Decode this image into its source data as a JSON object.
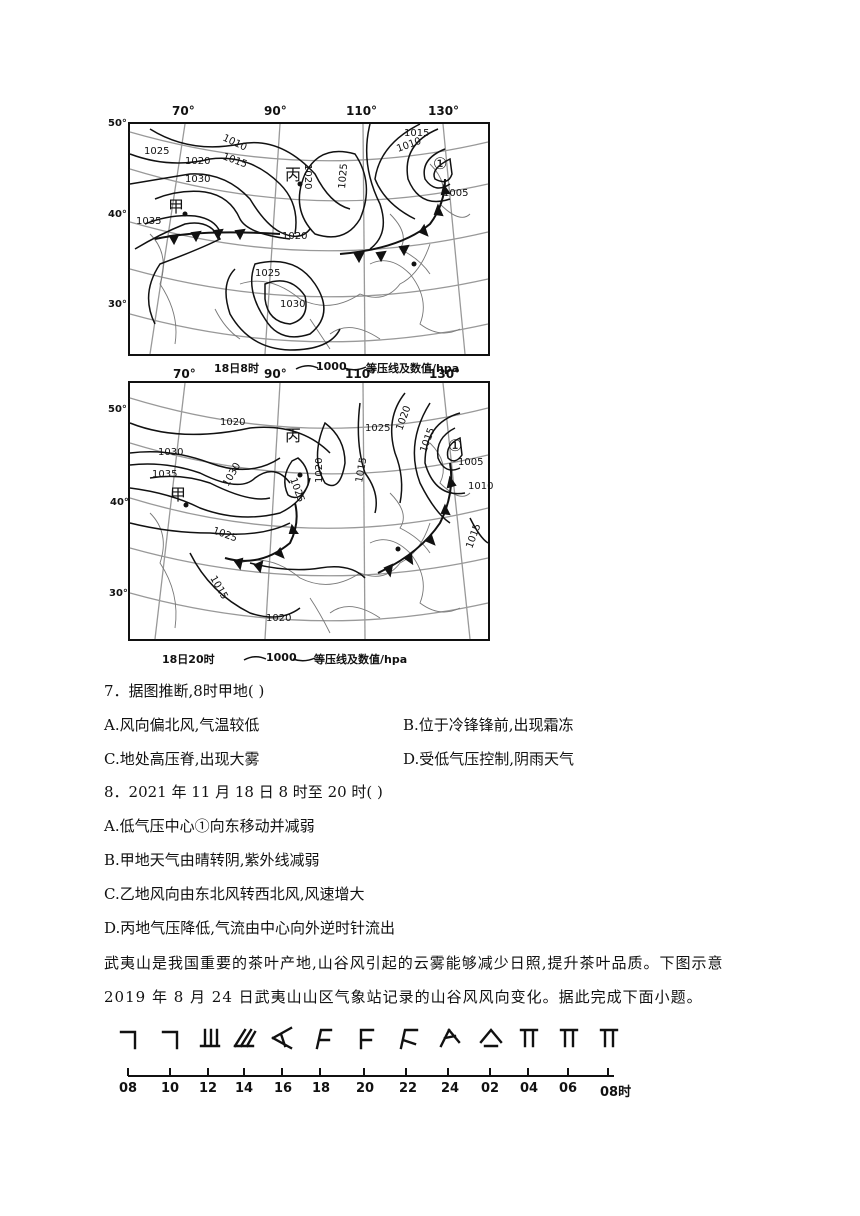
{
  "map1": {
    "longitudes": [
      "70°",
      "90°",
      "110°",
      "130°"
    ],
    "latitudes": [
      "50°",
      "40°",
      "30°"
    ],
    "caption_time": "18日8时",
    "legend_value": "1000",
    "legend_text": "等压线及数值/hpa",
    "labels": {
      "jia": "甲",
      "bing": "丙",
      "center": "①"
    },
    "isobars": [
      "1010",
      "1025",
      "1020",
      "1015",
      "1030",
      "1035",
      "1020",
      "1025",
      "1030",
      "1020",
      "1025",
      "1015",
      "1010",
      "1005"
    ]
  },
  "map2": {
    "longitudes": [
      "70°",
      "90°",
      "110°",
      "130°"
    ],
    "latitudes": [
      "50°",
      "40°",
      "30°"
    ],
    "caption_time": "18日20时",
    "legend_value": "1000",
    "legend_text": "等压线及数值/hpa",
    "labels": {
      "jia": "甲",
      "bing": "丙",
      "center": "①"
    },
    "isobars": [
      "1020",
      "1030",
      "1035",
      "1030",
      "1025",
      "1020",
      "1025",
      "1015",
      "1020",
      "1025",
      "1015",
      "1005",
      "1010",
      "1015",
      "1015",
      "1020"
    ]
  },
  "q7": {
    "stem": "7．据图推断,8时甲地(    )",
    "a": "A.风向偏北风,气温较低",
    "b": "B.位于冷锋锋前,出现霜冻",
    "c": "C.地处高压脊,出现大雾",
    "d": "D.受低气压控制,阴雨天气"
  },
  "q8": {
    "stem": "8．2021 年 11 月 18 日 8 时至 20 时(    )",
    "a": "A.低气压中心①向东移动并减弱",
    "b": "B.甲地天气由晴转阴,紫外线减弱",
    "c": "C.乙地风向由东北风转西北风,风速增大",
    "d": "D.丙地气压降低,气流由中心向外逆时针流出"
  },
  "passage": "武夷山是我国重要的茶叶产地,山谷风引起的云雾能够减少日照,提升茶叶品质。下图示意 2019 年 8 月 24 日武夷山山区气象站记录的山谷风风向变化。据此完成下面小题。",
  "wind_chart": {
    "ticks": [
      "08",
      "10",
      "12",
      "14",
      "16",
      "18",
      "20",
      "22",
      "24",
      "02",
      "04",
      "06",
      "08时"
    ]
  }
}
